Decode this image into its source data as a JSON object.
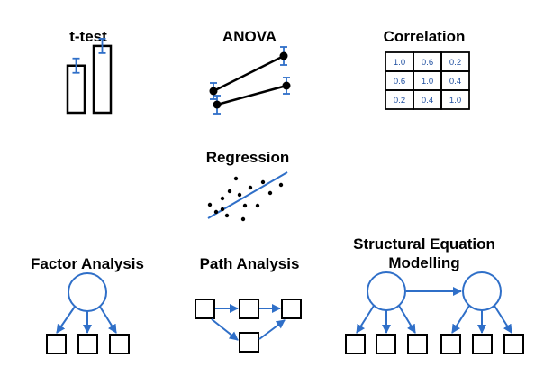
{
  "colors": {
    "ink": "#000000",
    "accent": "#2f6fc8"
  },
  "panels": {
    "ttest": {
      "title": "t-test",
      "bar_values": [
        0.55,
        0.78
      ]
    },
    "anova": {
      "title": "ANOVA"
    },
    "correlation": {
      "title": "Correlation",
      "matrix": [
        [
          "1.0",
          "0.6",
          "0.2"
        ],
        [
          "0.6",
          "1.0",
          "0.4"
        ],
        [
          "0.2",
          "0.4",
          "1.0"
        ]
      ]
    },
    "regression": {
      "title": "Regression"
    },
    "factor": {
      "title": "Factor Analysis"
    },
    "path": {
      "title": "Path Analysis"
    },
    "sem": {
      "title_line1": "Structural Equation",
      "title_line2": "Modelling"
    }
  }
}
